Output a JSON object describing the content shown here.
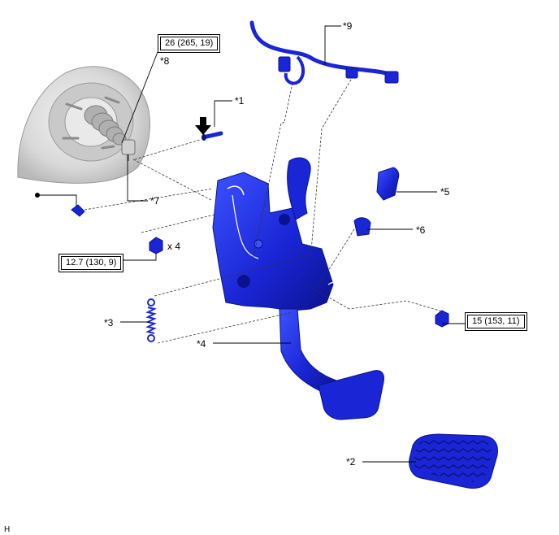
{
  "colors": {
    "part_blue": "#1a26d6",
    "part_blue_dark": "#0b128f",
    "part_blue_light": "#3d52ff",
    "booster_gray": "#d6d6d6",
    "line": "#333333"
  },
  "callouts": {
    "c1": "*1",
    "c2": "*2",
    "c3": "*3",
    "c4": "*4",
    "c5": "*5",
    "c6": "*6",
    "c7": "*7",
    "c8": "*8",
    "c9": "*9"
  },
  "torque": {
    "t1": "26 (265, 19)",
    "t2": "12.7 (130, 9)",
    "t3": "15 (153, 11)"
  },
  "quantity": "x 4",
  "figure_code": "H",
  "icons": [
    "arrow-down-icon",
    "non-reusable-dot-icon"
  ]
}
